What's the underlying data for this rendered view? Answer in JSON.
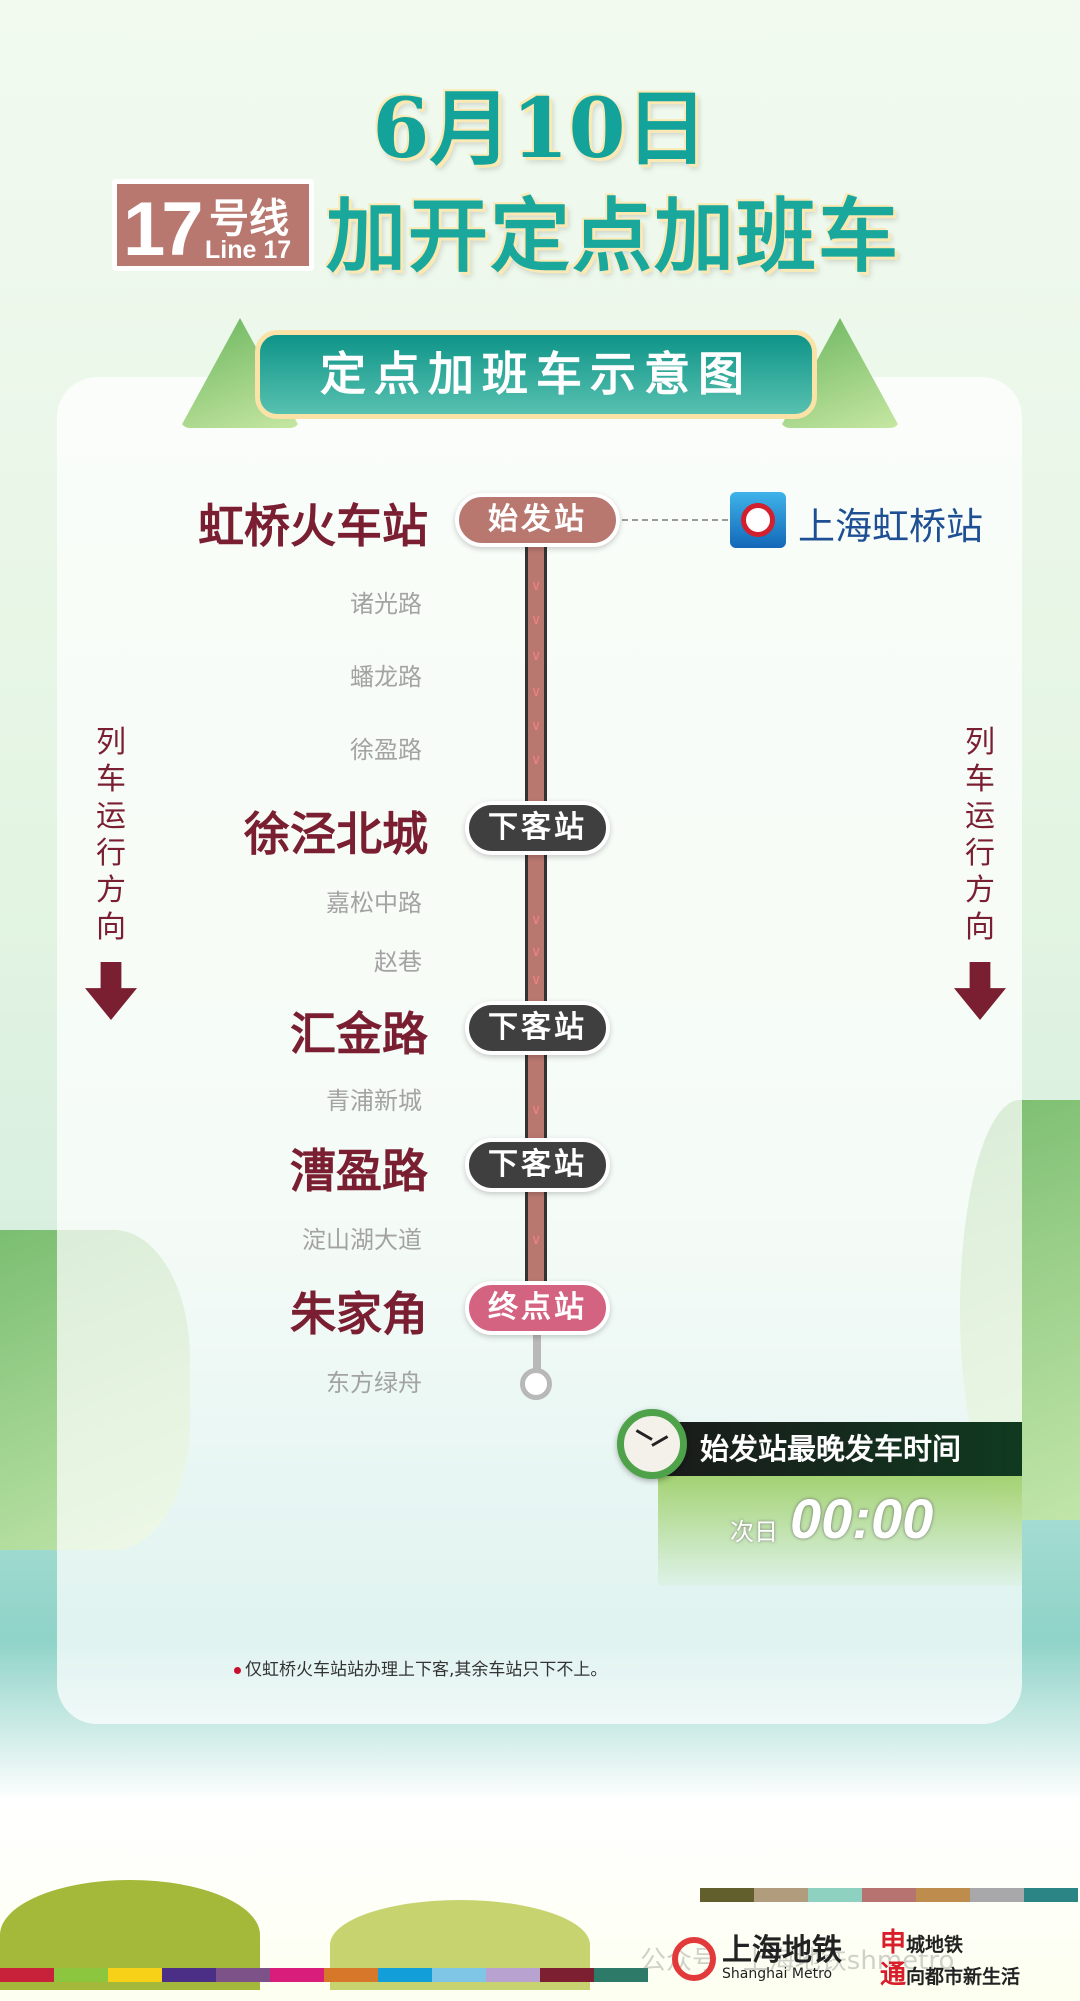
{
  "header": {
    "date": "6月10日",
    "line_badge": {
      "number": "17",
      "cn": "号线",
      "en": "Line 17"
    },
    "title": "加开定点加班车"
  },
  "banner": {
    "title": "定点加班车示意图"
  },
  "stations": [
    {
      "name": "虹桥火车站",
      "type": "major",
      "badge": "始发站"
    },
    {
      "name": "诸光路",
      "type": "minor"
    },
    {
      "name": "蟠龙路",
      "type": "minor"
    },
    {
      "name": "徐盈路",
      "type": "minor"
    },
    {
      "name": "徐泾北城",
      "type": "major",
      "badge": "下客站"
    },
    {
      "name": "嘉松中路",
      "type": "minor"
    },
    {
      "name": "赵巷",
      "type": "minor"
    },
    {
      "name": "汇金路",
      "type": "major",
      "badge": "下客站"
    },
    {
      "name": "青浦新城",
      "type": "minor"
    },
    {
      "name": "漕盈路",
      "type": "major",
      "badge": "下客站"
    },
    {
      "name": "淀山湖大道",
      "type": "minor"
    },
    {
      "name": "朱家角",
      "type": "major",
      "badge": "终点站"
    },
    {
      "name": "东方绿舟",
      "type": "minor"
    }
  ],
  "transfer": {
    "icon": "china-railway-icon",
    "name": "上海虹桥站"
  },
  "direction_label": [
    "列",
    "车",
    "运",
    "行",
    "方",
    "向"
  ],
  "last_departure": {
    "label": "始发站最晚发车时间",
    "prefix": "次日",
    "time": "00:00"
  },
  "note": "仅虹桥火车站站办理上下客,其余车站只下不上。",
  "footer": {
    "logo_cn": "上海地铁",
    "logo_en": "Shanghai Metro",
    "slogan_1_head": "申",
    "slogan_1": "城地铁",
    "slogan_2_head": "通",
    "slogan_2": "向都市新生活",
    "watermark": "公众号 · 上海地铁shmetro"
  },
  "colors": {
    "line17": "#b87870",
    "accent_dark": "#7a1f32",
    "teal": "#14a39a"
  }
}
